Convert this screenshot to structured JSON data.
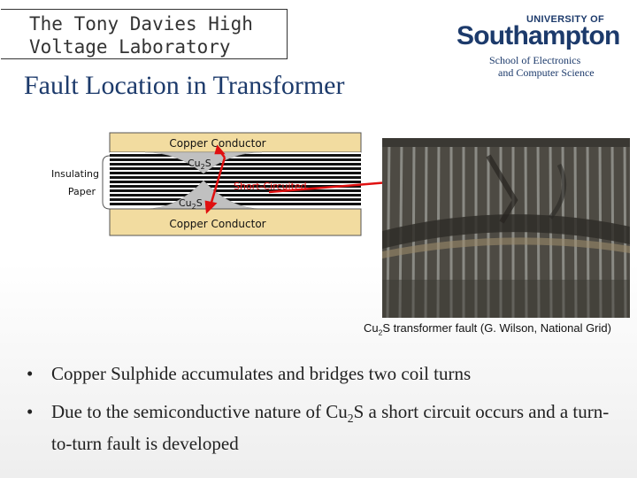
{
  "header": {
    "lab_line1": "The Tony Davies High",
    "lab_line2": "Voltage Laboratory"
  },
  "logo": {
    "university_of": "UNIVERSITY OF",
    "southampton": "Southampton",
    "school_line1": "School of Electronics",
    "school_line2": "and Computer Science"
  },
  "slide": {
    "title": "Fault Location in Transformer"
  },
  "diagram": {
    "top_label": "Copper Conductor",
    "bottom_label": "Copper Conductor",
    "insulating_line1": "Insulating",
    "insulating_line2": "Paper",
    "cu2s_top": "Cu",
    "cu2s_top_sub": "2",
    "cu2s_top_end": "S",
    "cu2s_bottom": "Cu",
    "cu2s_bottom_sub": "2",
    "cu2s_bottom_end": "S",
    "short_label": "Short-Circuited"
  },
  "photo": {
    "caption_pre": "Cu",
    "caption_sub": "2",
    "caption_post": "S transformer fault (G. Wilson, National Grid)"
  },
  "bullets": {
    "b1": "Copper Sulphide accumulates and bridges two coil turns",
    "b2_pre": "Due to the semiconductive nature of Cu",
    "b2_sub": "2",
    "b2_post": "S a short circuit occurs and a turn-to-turn fault is developed",
    "dot": "•"
  },
  "colors": {
    "navy": "#1c3a6b",
    "copper_fill": "#f2dca0",
    "cu2s_fill": "#c0c0c0",
    "arrow_red": "#e01010"
  }
}
